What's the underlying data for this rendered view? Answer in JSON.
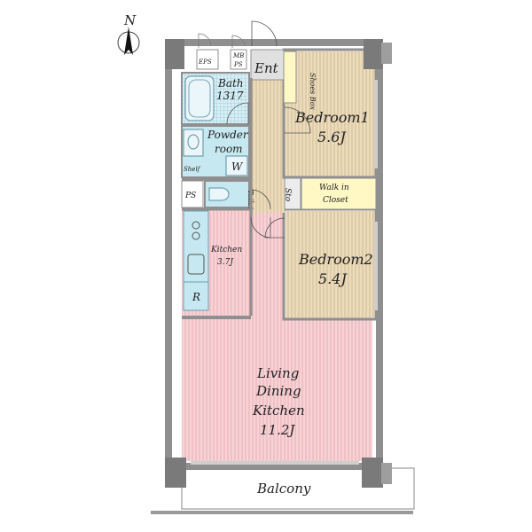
{
  "compass": {
    "letter": "N"
  },
  "rooms": {
    "entrance": {
      "label": "Ent"
    },
    "shoes_box": {
      "label": "Shoes Box"
    },
    "eps": {
      "label": "EPS"
    },
    "mbps_1": {
      "label": "MB"
    },
    "mbps_2": {
      "label": "PS"
    },
    "bath": {
      "label_1": "Bath",
      "label_2": "1317"
    },
    "powder_room": {
      "label_1": "Powder",
      "label_2": "room"
    },
    "washer": {
      "label": "W"
    },
    "shelf": {
      "label": "Shelf"
    },
    "ps": {
      "label": "PS"
    },
    "toilet": {
      "label": "Toilet"
    },
    "storage": {
      "label": "Sto"
    },
    "walk_in_closet": {
      "label_1": "Walk in",
      "label_2": "Closet"
    },
    "bedroom1": {
      "label": "Bedroom1",
      "size": "5.6J"
    },
    "bedroom2": {
      "label": "Bedroom2",
      "size": "5.4J"
    },
    "kitchen": {
      "label": "Kitchen",
      "size": "3.7J"
    },
    "refrigerator": {
      "label": "R"
    },
    "ldk": {
      "label_1": "Living",
      "label_2": "Dining",
      "label_3": "Kitchen",
      "size": "11.2J"
    },
    "balcony": {
      "label": "Balcony"
    }
  },
  "colors": {
    "wall": "#8f8f8f",
    "wall_dark": "#6e6e6e",
    "ldk_fill": "#f4c9cd",
    "bedroom_fill": "#e9d7b5",
    "hall_fill": "#e7d6b4",
    "wet_fill": "#c6e8f1",
    "closet_fill": "#fff7c4",
    "utility_fill": "#ececec"
  }
}
